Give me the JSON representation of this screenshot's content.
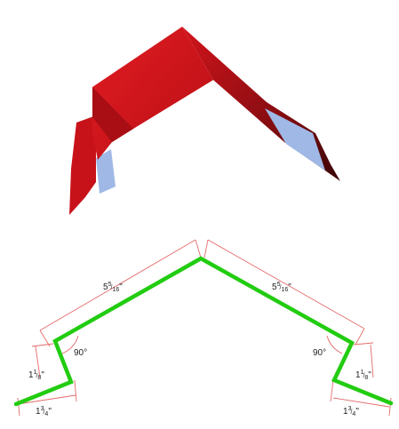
{
  "colors": {
    "roof_red": "#d2141b",
    "roof_dark": "#5a0a0c",
    "underside_blue": "#9fb8e6",
    "profile_green": "#22cc11",
    "dimension_red": "#e46a6a",
    "text": "#222222"
  },
  "labels": {
    "left_slope": {
      "whole": "5",
      "num": "5",
      "den": "16",
      "unit": "\""
    },
    "right_slope": {
      "whole": "5",
      "num": "5",
      "den": "16",
      "unit": "\""
    },
    "left_angle": "90°",
    "right_angle": "90°",
    "left_drop": {
      "whole": "1",
      "num": "1",
      "den": "8",
      "unit": "\""
    },
    "right_drop": {
      "whole": "1",
      "num": "1",
      "den": "8",
      "unit": "\""
    },
    "left_hem": {
      "whole": "1",
      "num": "3",
      "den": "4",
      "unit": "\""
    },
    "right_hem": {
      "whole": "1",
      "num": "3",
      "den": "4",
      "unit": "\""
    }
  }
}
